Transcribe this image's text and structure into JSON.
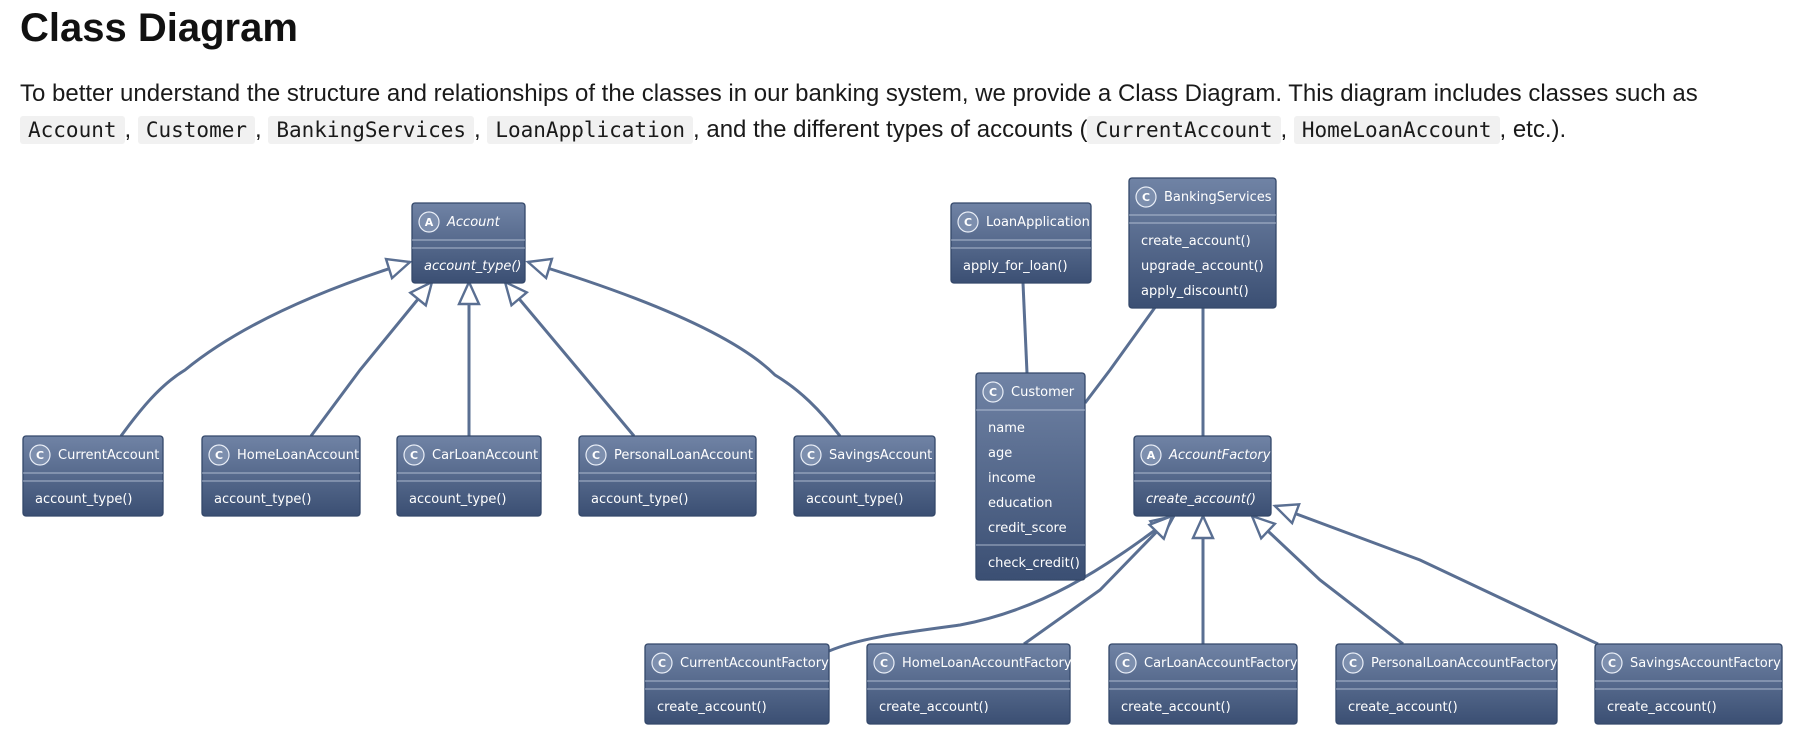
{
  "page": {
    "title": "Class Diagram",
    "intro": {
      "t1": "To better understand the structure and relationships of the classes in our banking system, we provide a Class Diagram. This diagram includes classes such as ",
      "c_account": "Account",
      "sep1": ", ",
      "c_customer": "Customer",
      "sep2": ", ",
      "c_banking": "BankingServices",
      "sep3": ", ",
      "c_loanapp": "LoanApplication",
      "t2": ", and the different types of accounts (",
      "c_current": "CurrentAccount",
      "sep4": ", ",
      "c_homeloan": "HomeLoanAccount",
      "t3": ", etc.)."
    }
  },
  "diagram": {
    "colors": {
      "box_top": "#7083a5",
      "box_bottom": "#3b4f73",
      "edge": "#5a6f92"
    },
    "classes": [
      {
        "id": "account",
        "name": "Account",
        "stereotype": "A",
        "abstract": true,
        "attributes": [],
        "methods": [
          "account_type()"
        ]
      },
      {
        "id": "current-account",
        "name": "CurrentAccount",
        "stereotype": "C",
        "abstract": false,
        "attributes": [],
        "methods": [
          "account_type()"
        ]
      },
      {
        "id": "home-loan-account",
        "name": "HomeLoanAccount",
        "stereotype": "C",
        "abstract": false,
        "attributes": [],
        "methods": [
          "account_type()"
        ]
      },
      {
        "id": "car-loan-account",
        "name": "CarLoanAccount",
        "stereotype": "C",
        "abstract": false,
        "attributes": [],
        "methods": [
          "account_type()"
        ]
      },
      {
        "id": "personal-loan-account",
        "name": "PersonalLoanAccount",
        "stereotype": "C",
        "abstract": false,
        "attributes": [],
        "methods": [
          "account_type()"
        ]
      },
      {
        "id": "savings-account",
        "name": "SavingsAccount",
        "stereotype": "C",
        "abstract": false,
        "attributes": [],
        "methods": [
          "account_type()"
        ]
      },
      {
        "id": "loan-application",
        "name": "LoanApplication",
        "stereotype": "C",
        "abstract": false,
        "attributes": [],
        "methods": [
          "apply_for_loan()"
        ]
      },
      {
        "id": "banking-services",
        "name": "BankingServices",
        "stereotype": "C",
        "abstract": false,
        "attributes": [],
        "methods": [
          "create_account()",
          "upgrade_account()",
          "apply_discount()"
        ]
      },
      {
        "id": "customer",
        "name": "Customer",
        "stereotype": "C",
        "abstract": false,
        "attributes": [
          "name",
          "age",
          "income",
          "education",
          "credit_score"
        ],
        "methods": [
          "check_credit()"
        ]
      },
      {
        "id": "account-factory",
        "name": "AccountFactory",
        "stereotype": "A",
        "abstract": true,
        "attributes": [],
        "methods": [
          "create_account()"
        ]
      },
      {
        "id": "current-account-factory",
        "name": "CurrentAccountFactory",
        "stereotype": "C",
        "abstract": false,
        "attributes": [],
        "methods": [
          "create_account()"
        ]
      },
      {
        "id": "home-loan-account-factory",
        "name": "HomeLoanAccountFactory",
        "stereotype": "C",
        "abstract": false,
        "attributes": [],
        "methods": [
          "create_account()"
        ]
      },
      {
        "id": "car-loan-account-factory",
        "name": "CarLoanAccountFactory",
        "stereotype": "C",
        "abstract": false,
        "attributes": [],
        "methods": [
          "create_account()"
        ]
      },
      {
        "id": "personal-loan-account-factory",
        "name": "PersonalLoanAccountFactory",
        "stereotype": "C",
        "abstract": false,
        "attributes": [],
        "methods": [
          "create_account()"
        ]
      },
      {
        "id": "savings-account-factory",
        "name": "SavingsAccountFactory",
        "stereotype": "C",
        "abstract": false,
        "attributes": [],
        "methods": [
          "create_account()"
        ]
      }
    ],
    "relations": [
      {
        "from": "current-account",
        "to": "account",
        "type": "inheritance"
      },
      {
        "from": "home-loan-account",
        "to": "account",
        "type": "inheritance"
      },
      {
        "from": "car-loan-account",
        "to": "account",
        "type": "inheritance"
      },
      {
        "from": "personal-loan-account",
        "to": "account",
        "type": "inheritance"
      },
      {
        "from": "savings-account",
        "to": "account",
        "type": "inheritance"
      },
      {
        "from": "loan-application",
        "to": "customer",
        "type": "association"
      },
      {
        "from": "banking-services",
        "to": "customer",
        "type": "association"
      },
      {
        "from": "banking-services",
        "to": "account-factory",
        "type": "association"
      },
      {
        "from": "current-account-factory",
        "to": "account-factory",
        "type": "inheritance"
      },
      {
        "from": "home-loan-account-factory",
        "to": "account-factory",
        "type": "inheritance"
      },
      {
        "from": "car-loan-account-factory",
        "to": "account-factory",
        "type": "inheritance"
      },
      {
        "from": "personal-loan-account-factory",
        "to": "account-factory",
        "type": "inheritance"
      },
      {
        "from": "savings-account-factory",
        "to": "account-factory",
        "type": "inheritance"
      }
    ]
  }
}
